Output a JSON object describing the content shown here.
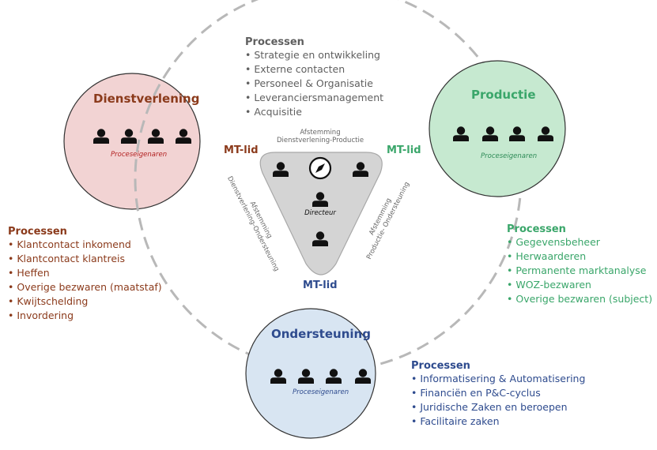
{
  "colors": {
    "dienst": "#8b3a1b",
    "productie": "#3aa66a",
    "ondersteuning": "#2e4b8e",
    "grey": "#6b6b6b",
    "dienst_fill": "#f2d3d3",
    "productie_fill": "#c6e9d0",
    "ondersteuning_fill": "#d8e5f2",
    "icon": "#111111"
  },
  "center": {
    "title": "Processen",
    "items": [
      "Strategie en ontwikkeling",
      "Externe contacten",
      "Personeel & Organisatie",
      "Leveranciersmanagement",
      "Acquisitie"
    ]
  },
  "dienstverlening": {
    "title": "Dienstverlening",
    "caption": "Proceseigenaren",
    "processes_title": "Processen",
    "processes": [
      "Klantcontact inkomend",
      "Klantcontact klantreis",
      "Heffen",
      "Overige bezwaren (maatstaf)",
      "Kwijtschelding",
      "Invordering"
    ]
  },
  "productie": {
    "title": "Productie",
    "caption": "Proceseigenaren",
    "processes_title": "Processen",
    "processes": [
      "Gegevensbeheer",
      "Herwaarderen",
      "Permanente marktanalyse",
      "WOZ-bezwaren",
      "Overige bezwaren (subject)"
    ]
  },
  "ondersteuning": {
    "title": "Ondersteuning",
    "caption": "Proceseigenaren",
    "processes_title": "Processen",
    "processes": [
      "Informatisering & Automatisering",
      "Financiën en P&C-cyclus",
      "Juridische Zaken en beroepen",
      "Facilitaire zaken"
    ]
  },
  "mt": {
    "left": "MT-lid",
    "right": "MT-lid",
    "bottom": "MT-lid"
  },
  "triangle": {
    "top_line1": "Afstemming",
    "top_line2": "Dienstverlening-Productie",
    "left_line1": "Afstemming",
    "left_line2": "Dienstverlening-Ondersteuning",
    "right_line1": "Afstemming",
    "right_line2": "Productie- Ondersteuning",
    "director": "Directeur"
  },
  "icons": {
    "person": "person-icon",
    "compass": "compass-icon"
  }
}
